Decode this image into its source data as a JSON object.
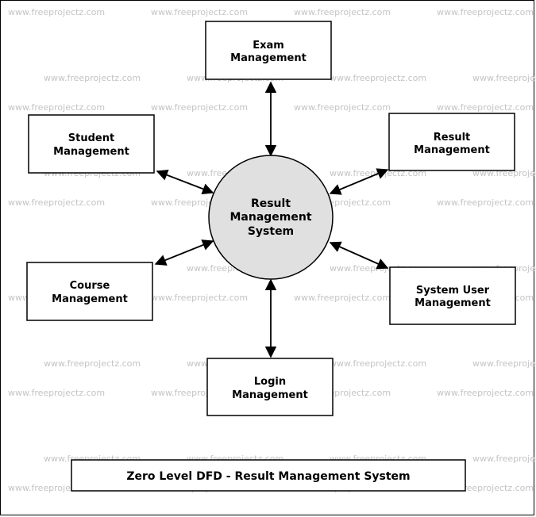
{
  "watermark": "www.freeprojectz.com",
  "center_process": {
    "lines": [
      "Result",
      "Management",
      "System"
    ],
    "fill": "#e0e0e0"
  },
  "entities": {
    "exam": {
      "lines": [
        "Exam",
        "Management"
      ]
    },
    "student": {
      "lines": [
        "Student",
        "Management"
      ]
    },
    "result": {
      "lines": [
        "Result",
        "Management"
      ]
    },
    "course": {
      "lines": [
        "Course",
        "Management"
      ]
    },
    "system_user": {
      "lines": [
        "System User",
        "Management"
      ]
    },
    "login": {
      "lines": [
        "Login",
        "Management"
      ]
    }
  },
  "caption": "Zero Level DFD - Result Management System"
}
